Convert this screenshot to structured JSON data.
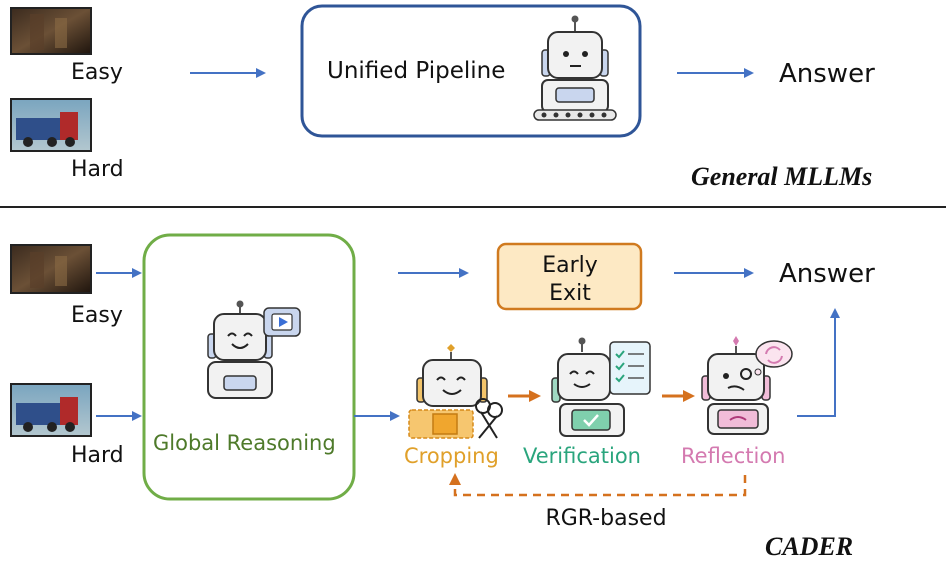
{
  "top": {
    "inputs": [
      "Easy",
      "Hard"
    ],
    "pipeline_label": "Unified Pipeline",
    "answer": "Answer",
    "section_title": "General MLLMs"
  },
  "bottom": {
    "inputs": [
      "Easy",
      "Hard"
    ],
    "global_reasoning": "Global Reasoning",
    "early_exit_line1": "Early",
    "early_exit_line2": "Exit",
    "answer": "Answer",
    "steps": {
      "cropping": "Cropping",
      "verification": "Verification",
      "reflection": "Reflection"
    },
    "loop_label": "RGR-based",
    "section_title": "CADER"
  },
  "colors": {
    "arrow_blue": "#4472c4",
    "arrow_orange": "#d5711e",
    "pipeline_border": "#2f5597",
    "global_border": "#70ad47",
    "global_text": "#4e7a2a",
    "early_exit_fill": "#fde9c4",
    "early_exit_border": "#d07a1f",
    "cropping": "#e0a02a",
    "verification": "#2aa57d",
    "reflection": "#d47ab0"
  }
}
